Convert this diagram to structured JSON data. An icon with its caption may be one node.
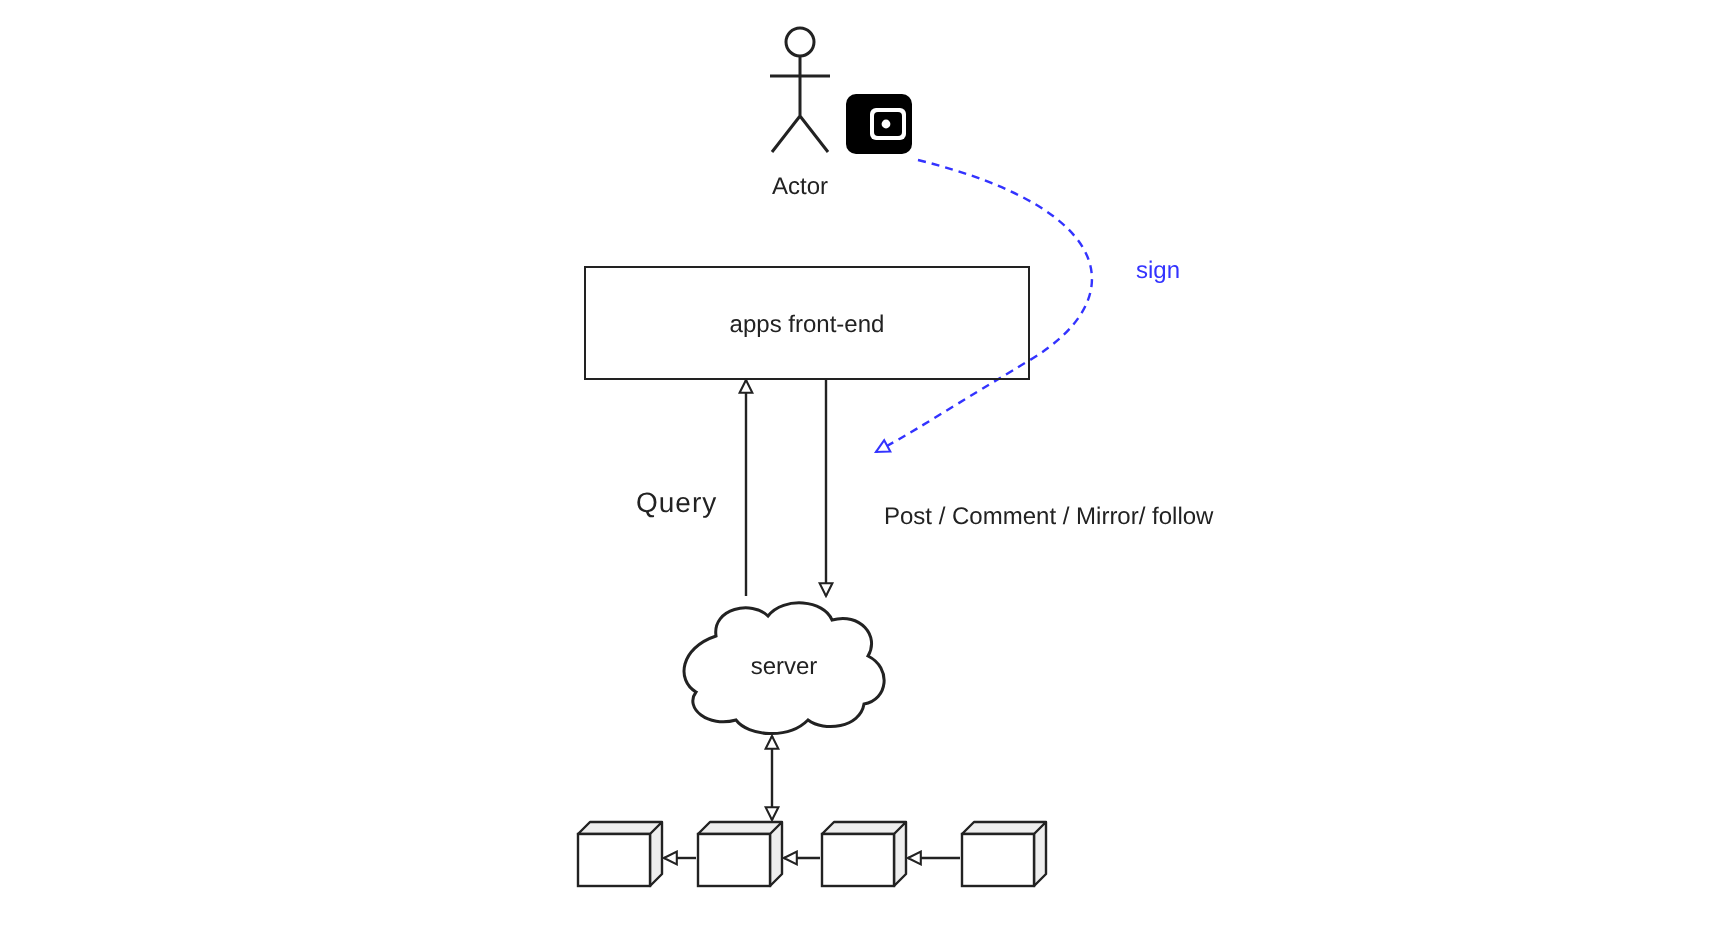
{
  "diagram": {
    "nodes": [
      {
        "text": [
          "Actor"
        ]
      },
      {
        "text": [],
        "shape": "picture"
      },
      {
        "text": [
          "apps front-end"
        ]
      },
      {
        "text": [
          "server"
        ]
      },
      {
        "text": [],
        "shape": "box"
      },
      {
        "text": [],
        "shape": "box"
      },
      {
        "text": [],
        "shape": "box"
      },
      {
        "text": [],
        "shape": "box"
      }
    ],
    "edges": [
      {
        "from": 1,
        "to": null,
        "arrow": "to",
        "label": "sign",
        "style": "dashed",
        "color": "#3333ff"
      },
      {
        "from": 3,
        "to": 2,
        "arrow": "to",
        "label": "Query"
      },
      {
        "from": 2,
        "to": 3,
        "arrow": "to",
        "label": "Post / Comment / Mirror/ follow"
      },
      {
        "from": 3,
        "to": 5,
        "arrow": "both"
      },
      {
        "from": 5,
        "to": 4,
        "arrow": "to"
      },
      {
        "from": 6,
        "to": 5,
        "arrow": "to"
      },
      {
        "from": 7,
        "to": 6,
        "arrow": "to"
      }
    ]
  }
}
